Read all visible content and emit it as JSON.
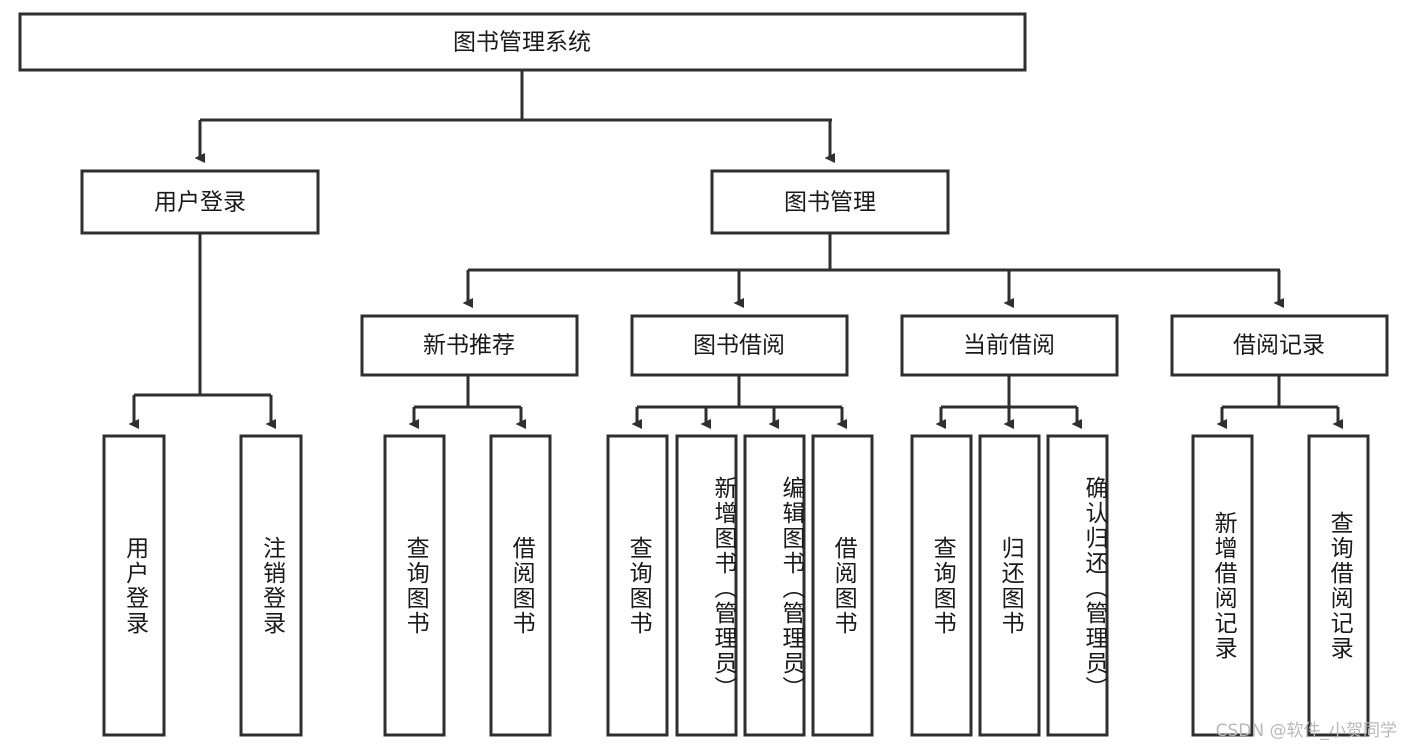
{
  "diagram": {
    "title": "图书管理系统",
    "type": "hierarchy-tree",
    "watermark": "CSDN @软件_小贺同学",
    "colors": {
      "stroke": "#2f2f2f",
      "box_fill": "#ffffff",
      "text": "#1a1a1a",
      "background": "#ffffff",
      "watermark": "#b9b9b9"
    },
    "root": {
      "label": "图书管理系统"
    },
    "level2": [
      {
        "label": "用户登录"
      },
      {
        "label": "图书管理"
      }
    ],
    "level3": [
      {
        "label": "新书推荐"
      },
      {
        "label": "图书借阅"
      },
      {
        "label": "当前借阅"
      },
      {
        "label": "借阅记录"
      }
    ],
    "leaves": {
      "user_login": [
        {
          "label": "用户登录"
        },
        {
          "label": "注销登录"
        }
      ],
      "new_book": [
        {
          "label": "查询图书"
        },
        {
          "label": "借阅图书"
        }
      ],
      "book_borrow": [
        {
          "label": "查询图书"
        },
        {
          "label": "新增图书（管理员）"
        },
        {
          "label": "编辑图书（管理员）"
        },
        {
          "label": "借阅图书"
        }
      ],
      "current_borrow": [
        {
          "label": "查询图书"
        },
        {
          "label": "归还图书"
        },
        {
          "label": "确认归还（管理员）"
        }
      ],
      "borrow_record": [
        {
          "label": "新增借阅记录"
        },
        {
          "label": "查询借阅记录"
        }
      ]
    }
  }
}
